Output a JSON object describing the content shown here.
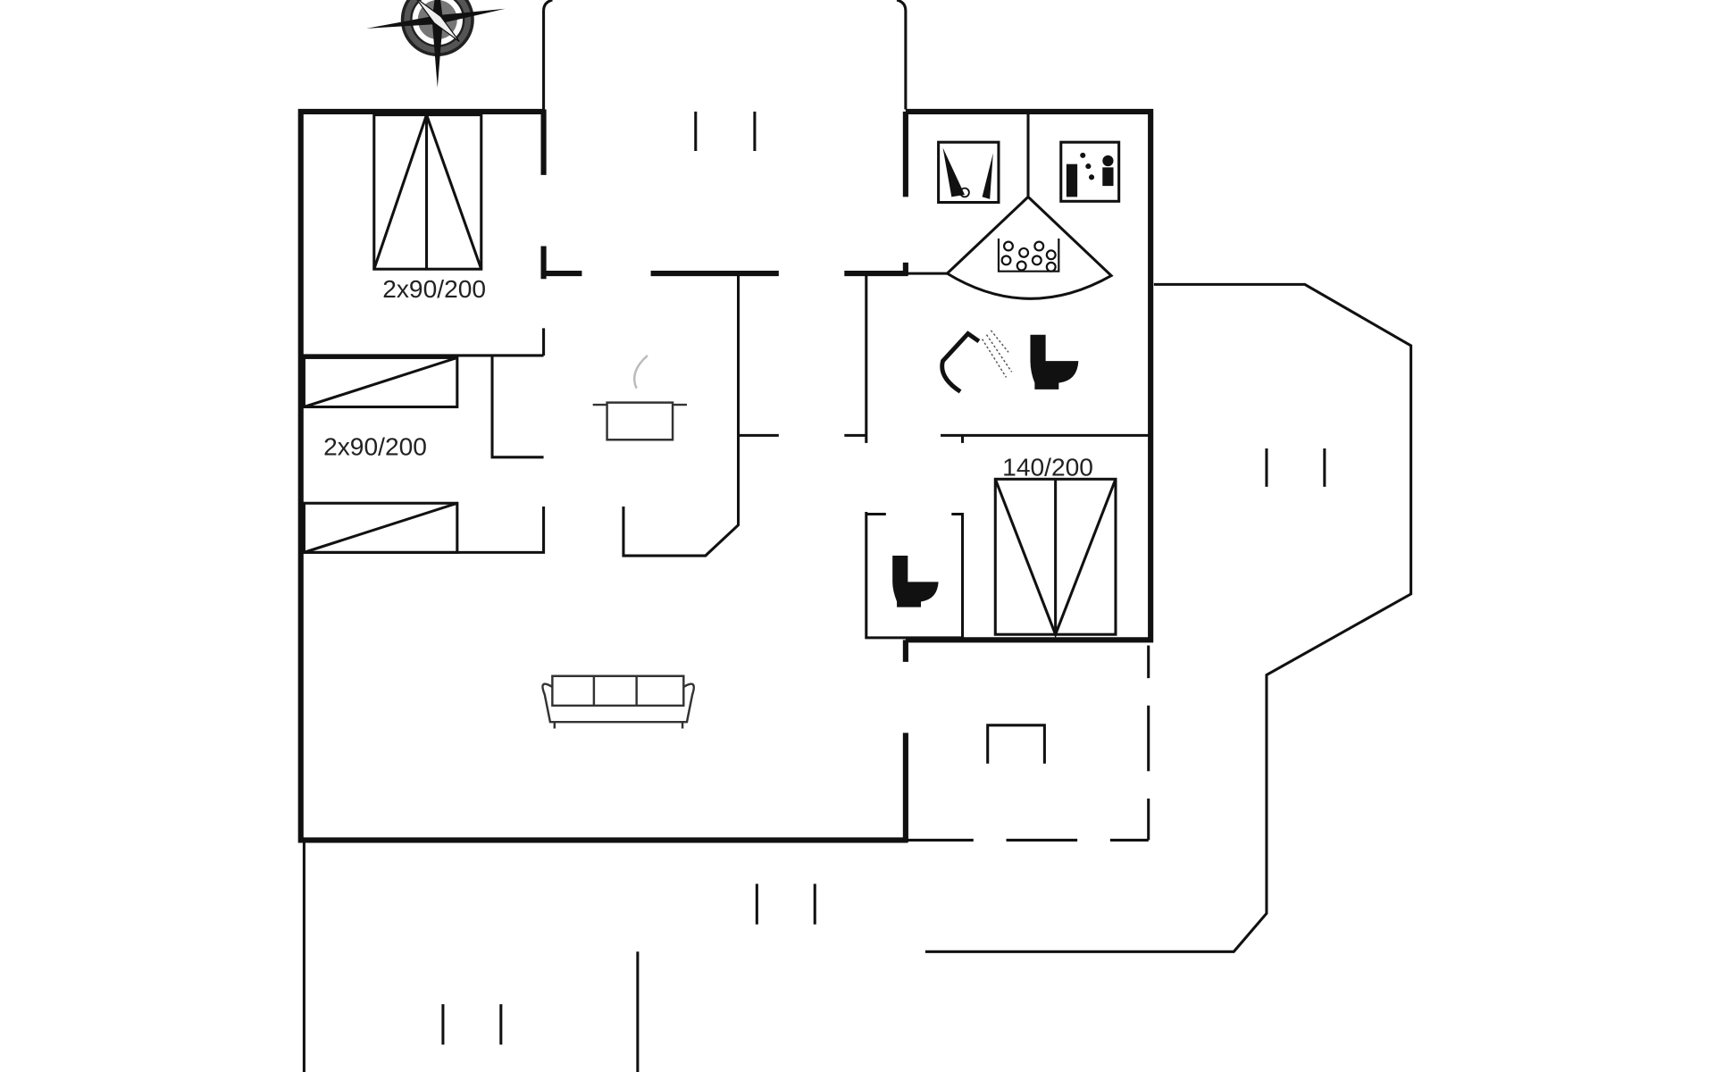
{
  "plan": {
    "labels": {
      "bedroom_1_beds": "2x90/200",
      "bedroom_2_beds": "2x90/200",
      "bedroom_3_bed": "140/200"
    },
    "icons": [
      "compass-rose-icon",
      "washing-machine-icon",
      "sauna-icon",
      "whirlpool-icon",
      "shower-icon",
      "toilet-icon",
      "cooking-pot-icon",
      "sofa-icon"
    ],
    "colors": {
      "walls": "#111111",
      "background": "#ffffff"
    }
  }
}
